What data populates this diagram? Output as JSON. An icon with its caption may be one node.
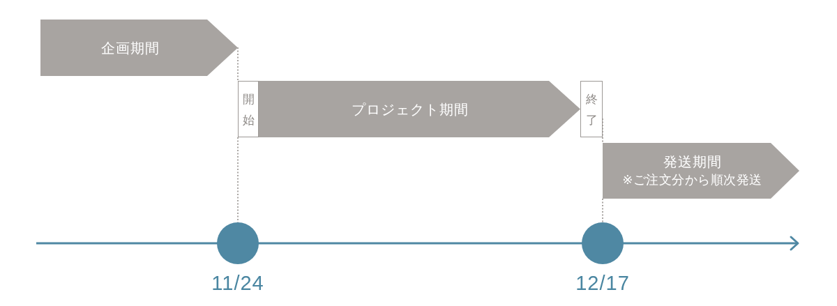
{
  "diagram": {
    "nodes": [
      {
        "text": [
          "企画期間"
        ]
      },
      {
        "text": [
          "開始"
        ]
      },
      {
        "text": [
          "プロジェクト期間"
        ]
      },
      {
        "text": [
          "終了"
        ]
      },
      {
        "text": [
          "発送期間",
          "※ご注文分から順次発送"
        ]
      },
      {
        "text": [],
        "shape": "circle",
        "beside": [
          "11/24"
        ]
      },
      {
        "text": [],
        "shape": "circle",
        "beside": [
          "12/17"
        ]
      }
    ],
    "edges": [
      {
        "from": 0,
        "to": 1,
        "arrow": "none",
        "style": "dashed"
      },
      {
        "from": 1,
        "to": 5,
        "arrow": "none",
        "style": "dashed"
      },
      {
        "from": 3,
        "to": 4,
        "arrow": "none",
        "style": "dashed"
      },
      {
        "from": 4,
        "to": 6,
        "arrow": "none",
        "style": "dashed"
      }
    ]
  }
}
